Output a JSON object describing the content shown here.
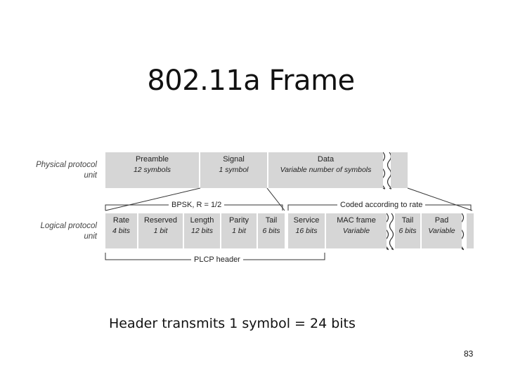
{
  "title": "802.11a Frame",
  "physical": {
    "label_line1": "Physical protocol",
    "label_line2": "unit",
    "fields": [
      {
        "name": "Preamble",
        "sub": "12 symbols"
      },
      {
        "name": "Signal",
        "sub": "1 symbol"
      },
      {
        "name": "Data",
        "sub": "Variable number of symbols"
      }
    ]
  },
  "logical": {
    "label_line1": "Logical protocol",
    "label_line2": "unit",
    "fields": [
      {
        "name": "Rate",
        "sub": "4 bits"
      },
      {
        "name": "Reserved",
        "sub": "1 bit"
      },
      {
        "name": "Length",
        "sub": "12 bits"
      },
      {
        "name": "Parity",
        "sub": "1 bit"
      },
      {
        "name": "Tail",
        "sub": "6 bits"
      },
      {
        "name": "Service",
        "sub": "16 bits"
      },
      {
        "name": "MAC frame",
        "sub": "Variable"
      },
      {
        "name": "Tail",
        "sub": "6 bits"
      },
      {
        "name": "Pad",
        "sub": "Variable"
      }
    ]
  },
  "brackets": {
    "bpsk": "BPSK, R = 1/2",
    "coded": "Coded according to rate",
    "plcp": "PLCP header"
  },
  "caption": "Header transmits 1 symbol = 24 bits",
  "page_number": "83"
}
